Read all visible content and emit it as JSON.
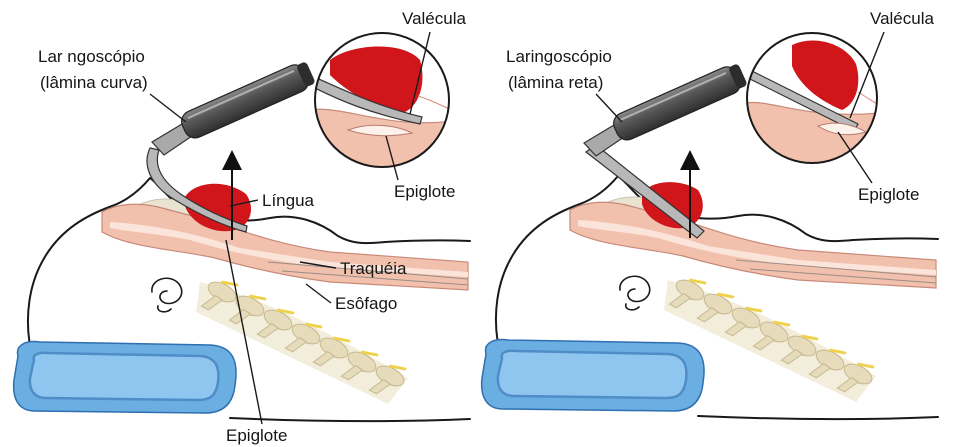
{
  "panels": {
    "curved": {
      "laryngoscope_label": "Lar ngoscópio",
      "blade_label": "(lâmina curva)",
      "vallecula_label": "Valécula",
      "tongue_label": "Língua",
      "inset_epiglottis_label": "Epiglote",
      "trachea_label": "Traquéia",
      "esophagus_label": "Esôfago",
      "epiglottis_label": "Epiglote"
    },
    "straight": {
      "laryngoscope_label": "Laringoscópio",
      "blade_label": "(lâmina reta)",
      "vallecula_label": "Valécula",
      "inset_epiglottis_label": "Epiglote"
    }
  },
  "colors": {
    "tongue": "#d0161b",
    "airway": "#f2c1ae",
    "airway_light": "#fbe4da",
    "pillow": "#6aaee2",
    "pillow_inner": "#8fc6ef",
    "handle": "#545454",
    "blade": "#b8b8b8",
    "spine": "#e6dcbc",
    "disc": "#f0d24a"
  }
}
